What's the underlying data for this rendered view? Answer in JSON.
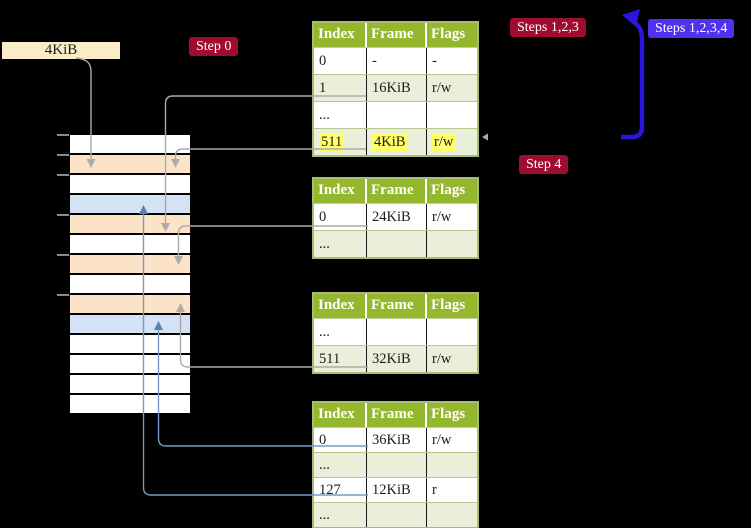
{
  "colors": {
    "background": "#000000",
    "table_header_green": "#95b72d",
    "table_row_green": "#e9efd8",
    "memory_orange": "#fce3c7",
    "memory_blue": "#d3e2f5",
    "label_cream": "#faecc6",
    "step_red": "#a00c2e",
    "step_violet": "#5130ee",
    "highlight_yellow": "#ffff69",
    "connector_gray": "#ababab",
    "connector_blue": "#7b97c9",
    "big_arrow_blue": "#2b14dd",
    "tick_gray": "#8a8a8a"
  },
  "labels": {
    "page_size": "4KiB",
    "step0": "Step 0",
    "steps123": "Steps 1,2,3",
    "steps1234": "Steps 1,2,3,4",
    "step4": "Step 4"
  },
  "page_tables": [
    {
      "name": "page-table-step0",
      "headers": [
        "Index",
        "Frame",
        "Flags"
      ],
      "rows": [
        {
          "cells": [
            "0",
            "-",
            "-"
          ],
          "shaded": false,
          "highlight": false
        },
        {
          "cells": [
            "1",
            "16KiB",
            "r/w"
          ],
          "shaded": true,
          "highlight": false
        },
        {
          "cells": [
            "...",
            "",
            ""
          ],
          "shaded": false,
          "highlight": false
        },
        {
          "cells": [
            "511",
            "4KiB",
            "r/w"
          ],
          "shaded": true,
          "highlight": true
        }
      ]
    },
    {
      "name": "page-table-2",
      "headers": [
        "Index",
        "Frame",
        "Flags"
      ],
      "rows": [
        {
          "cells": [
            "0",
            "24KiB",
            "r/w"
          ],
          "shaded": false,
          "highlight": false
        },
        {
          "cells": [
            "...",
            "",
            ""
          ],
          "shaded": true,
          "highlight": false
        }
      ]
    },
    {
      "name": "page-table-3",
      "headers": [
        "Index",
        "Frame",
        "Flags"
      ],
      "rows": [
        {
          "cells": [
            "...",
            "",
            ""
          ],
          "shaded": false,
          "highlight": false
        },
        {
          "cells": [
            "511",
            "32KiB",
            "r/w"
          ],
          "shaded": true,
          "highlight": false
        }
      ]
    },
    {
      "name": "page-table-4",
      "headers": [
        "Index",
        "Frame",
        "Flags"
      ],
      "rows": [
        {
          "cells": [
            "0",
            "36KiB",
            "r/w"
          ],
          "shaded": false,
          "highlight": false
        },
        {
          "cells": [
            "...",
            "",
            ""
          ],
          "shaded": true,
          "highlight": false
        },
        {
          "cells": [
            "127",
            "12KiB",
            "r"
          ],
          "shaded": false,
          "highlight": false
        },
        {
          "cells": [
            "...",
            "",
            ""
          ],
          "shaded": true,
          "highlight": false
        }
      ]
    }
  ],
  "memory_column": {
    "rows": [
      "white",
      "orange",
      "white",
      "blue",
      "orange",
      "white",
      "orange",
      "white",
      "orange",
      "blue",
      "white",
      "white",
      "white",
      "white"
    ],
    "tick_offsets": [
      0,
      20,
      40,
      80,
      120,
      160
    ]
  }
}
